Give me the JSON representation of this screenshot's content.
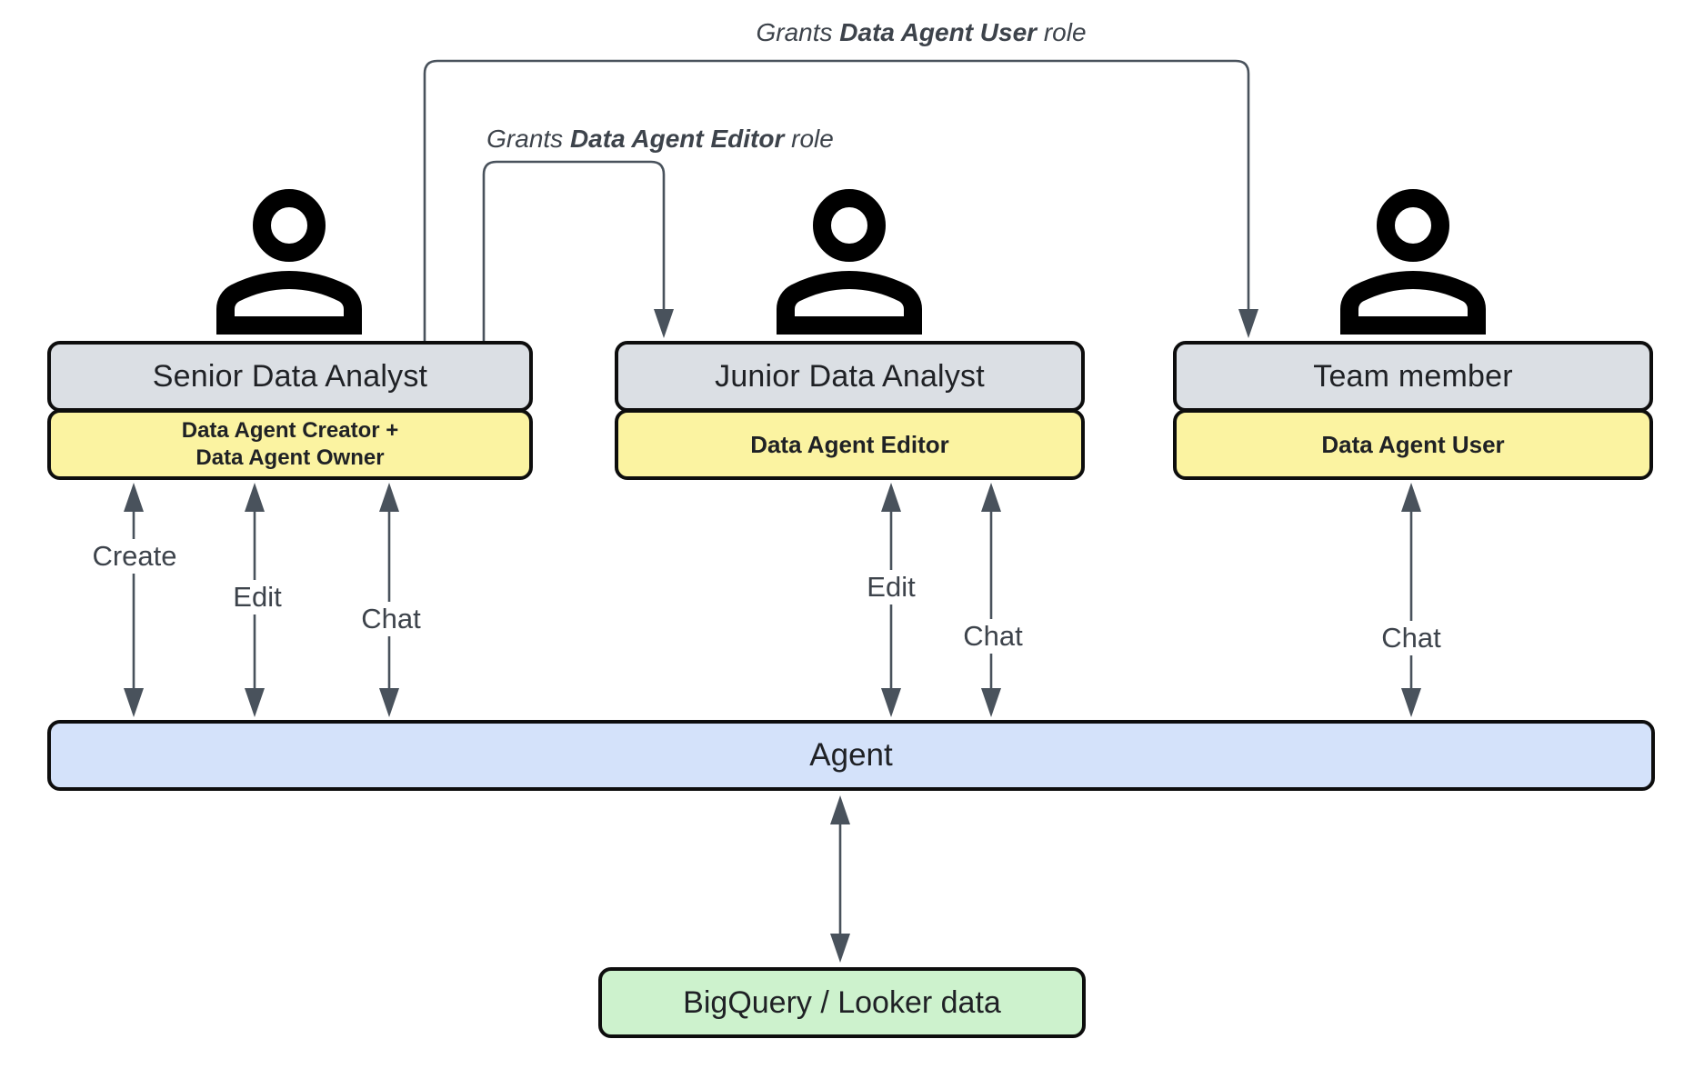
{
  "grants": [
    {
      "prefix": "Grants ",
      "role": "Data Agent User",
      "suffix": " role"
    },
    {
      "prefix": "Grants ",
      "role": "Data Agent Editor",
      "suffix": " role"
    }
  ],
  "actors": [
    {
      "title": "Senior Data Analyst",
      "role_lines": [
        "Data Agent Creator +",
        "Data Agent Owner"
      ]
    },
    {
      "title": "Junior Data Analyst",
      "role_lines": [
        "Data Agent Editor"
      ]
    },
    {
      "title": "Team member",
      "role_lines": [
        "Data Agent User"
      ]
    }
  ],
  "interactions": {
    "senior": [
      "Create",
      "Edit",
      "Chat"
    ],
    "junior": [
      "Edit",
      "Chat"
    ],
    "team": [
      "Chat"
    ]
  },
  "agent": {
    "label": "Agent"
  },
  "datastore": {
    "label": "BigQuery / Looker data"
  },
  "icons": [
    "person-icon",
    "person-icon",
    "person-icon"
  ],
  "colors": {
    "actor_fill": "#dbdfe4",
    "role_fill": "#fbf3a1",
    "agent_fill": "#d4e2fa",
    "datastore_fill": "#cdf2cd",
    "border": "#0d0d0d",
    "connector": "#49525c",
    "label_text": "#3d434b",
    "title_text": "#1f2125"
  }
}
